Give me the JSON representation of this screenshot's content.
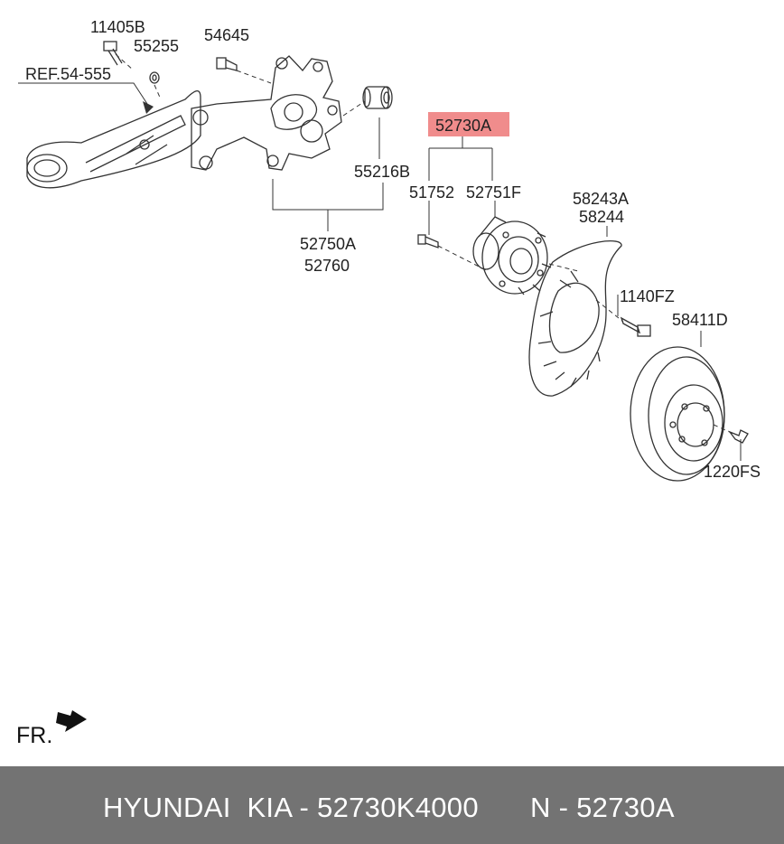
{
  "labels": {
    "p11405b": "11405B",
    "p55255": "55255",
    "p54645": "54645",
    "ref": "REF.54-555",
    "p52730a": "52730A",
    "p55216b": "55216B",
    "p51752": "51752",
    "p52751f": "52751F",
    "p58243a": "58243A",
    "p58244": "58244",
    "p52750a": "52750A",
    "p52760": "52760",
    "p1140fz": "1140FZ",
    "p58411d": "58411D",
    "p1220fs": "1220FS"
  },
  "highlight_color": "#f08c8c",
  "orientation": {
    "label": "FR."
  },
  "footer": {
    "brand": "HYUNDAI  KIA - 52730K4000",
    "part": "N - 52730A"
  }
}
